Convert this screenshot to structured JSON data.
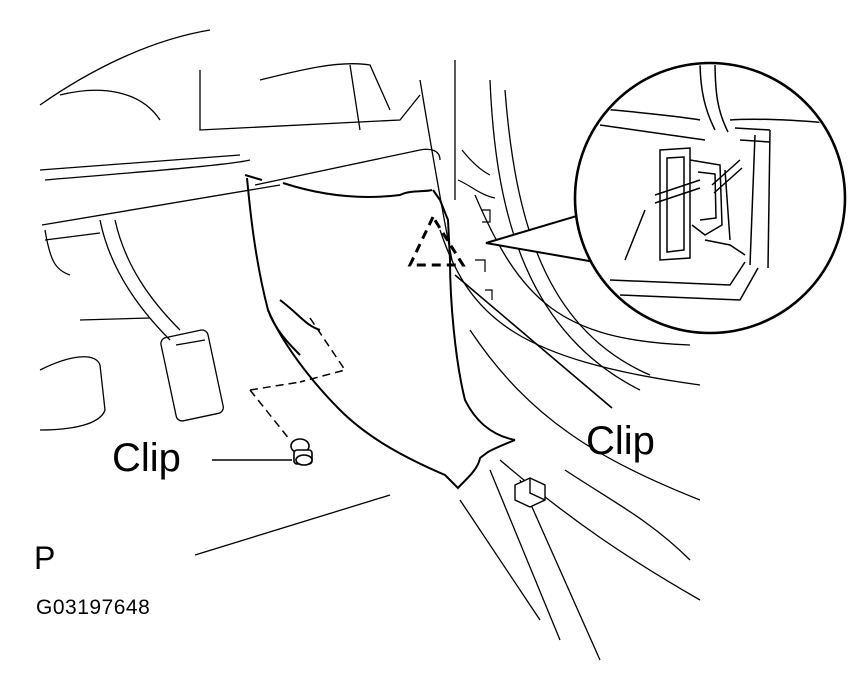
{
  "labels": {
    "clip_left": "Clip",
    "clip_right": "Clip",
    "page_letter": "P",
    "figure_code": "G03197648"
  },
  "colors": {
    "line": "#000000",
    "background": "#ffffff"
  }
}
